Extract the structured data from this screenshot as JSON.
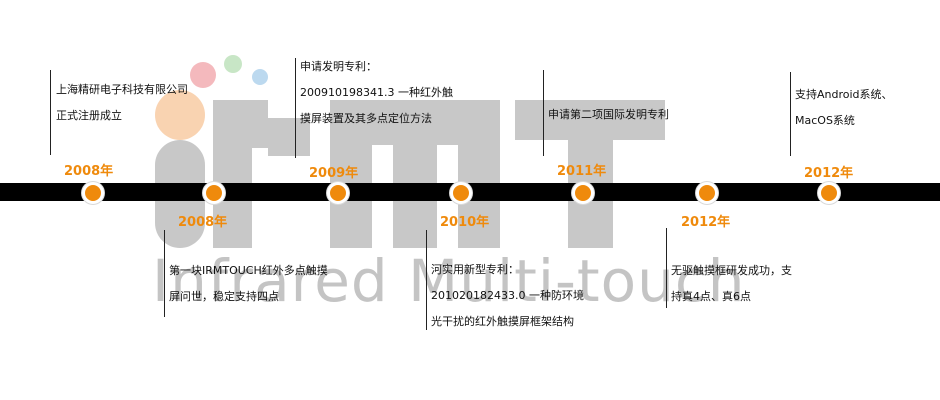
{
  "watermark": {
    "text": "Infrared Multi-touch",
    "colors": {
      "circle_orange": "#f9d3b1",
      "circle_pink": "#f4b9bd",
      "circle_green": "#c8e6c6",
      "circle_blue": "#bcd9ef",
      "letters": "#c8c8c8"
    }
  },
  "colors": {
    "accent": "#ef8a0c",
    "bar": "#000000",
    "text": "#111111"
  },
  "timeline": {
    "top": [
      {
        "year": "2008年",
        "lines": [
          "上海精研电子科技有限公司",
          "正式注册成立"
        ]
      },
      {
        "year": "2009年",
        "lines": [
          "申请发明专利：",
          "200910198341.3 一种红外触",
          "摸屏装置及其多点定位方法"
        ]
      },
      {
        "year": "2011年",
        "lines": [
          "申请第二项国际发明专利"
        ]
      },
      {
        "year": "2012年",
        "lines": [
          "支持Android系统、",
          "MacOS系统"
        ]
      }
    ],
    "bottom": [
      {
        "year": "2008年",
        "lines": [
          "第一块IRMTOUCH红外多点触摸",
          "屏问世，稳定支持四点"
        ]
      },
      {
        "year": "2010年",
        "lines": [
          "河实用新型专利：",
          "201020182433.0 一种防环境",
          "光干扰的红外触摸屏框架结构"
        ]
      },
      {
        "year": "2012年",
        "lines": [
          "无驱触摸框研发成功，支",
          "持真4点、真6点"
        ]
      }
    ]
  }
}
